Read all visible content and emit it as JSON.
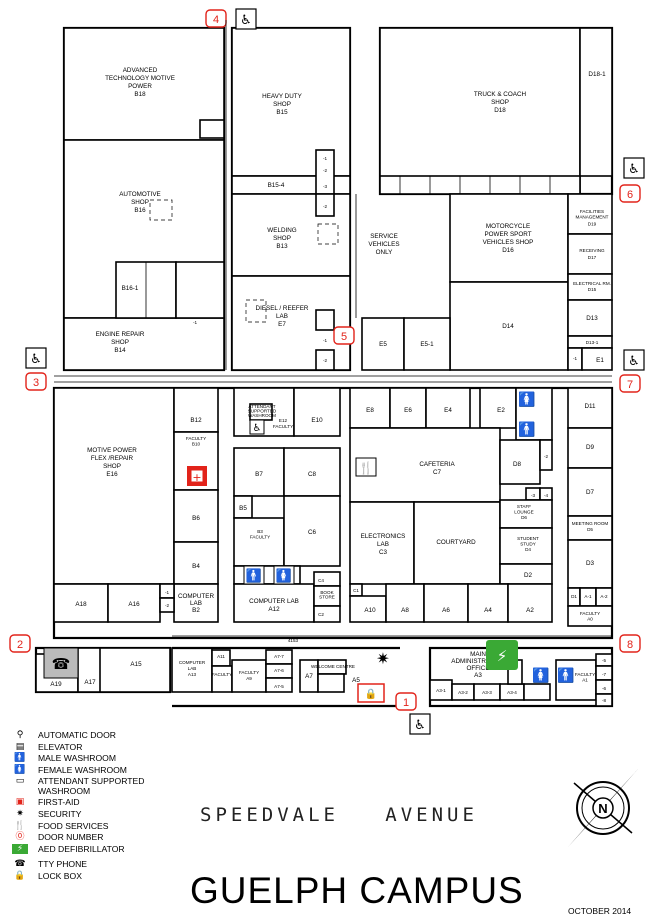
{
  "map": {
    "title": "GUELPH CAMPUS",
    "street": "SPEEDVALE   AVENUE",
    "date": "OCTOBER 2014",
    "compass_letter": "N",
    "rooms": {
      "b18": "ADVANCED\nTECHNOLOGY MOTIVE\nPOWER\nB18",
      "b15": "HEAVY DUTY\nSHOP\nB15",
      "b15_4": "B15-4",
      "b13": "WELDING\nSHOP\nB13",
      "b16": "AUTOMOTIVE\nSHOP\nB16",
      "b16_1": "B16-1",
      "b14": "ENGINE REPAIR\nSHOP\nB14",
      "e7": "DIESEL / REEFER\nLAB\nE7",
      "service": "SERVICE\nVEHICLES\nONLY",
      "d18": "TRUCK & COACH\nSHOP\nD18",
      "d18_1": "D18-1",
      "d16": "MOTORCYCLE\nPOWER SPORT\nVEHICLES SHOP\nD16",
      "d19": "FACILITIES\nMANAGEMENT\nD19",
      "d17": "RECEIVING\nD17",
      "d15": "ELECTRICAL RM.\nD15",
      "d13": "D13",
      "d13_1": "D13-1",
      "d14": "D14",
      "e1": "E1",
      "e5": "E5",
      "e5_1": "E5-1",
      "e16": "MOTIVE POWER\nFLEX /REPAIR\nSHOP\nE16",
      "b12": "B12",
      "b10": "FACULTY\nB10",
      "b6": "B6",
      "b4": "B4",
      "b2": "COMPUTER\nLAB\nB2",
      "e12": "E12\nFACULTY",
      "e10": "E10",
      "b7": "B7",
      "c8": "C8",
      "b5": "B5",
      "b3": "B3\nFACULTY",
      "c6": "C6",
      "a12": "COMPUTER LAB\nA12",
      "c4": "C4",
      "c2": "C2",
      "book": "BOOK\nSTORE",
      "e8": "E8",
      "e6": "E6",
      "e4": "E4",
      "e2": "E2",
      "c7": "CAFETERIA\nC7",
      "c3": "ELECTRONICS\nLAB\nC3",
      "courtyard": "COURTYARD",
      "d8": "D8",
      "d6": "STAFF\nLOUNGE\nD6",
      "d4": "STUDENT\nSTUDY\nD4",
      "d2": "D2",
      "d11": "D11",
      "d9": "D9",
      "d7": "D7",
      "d5": "MEETING ROOM\nD5",
      "d3": "D3",
      "d1": "D1",
      "a1": "A-1",
      "a2s": "A-2",
      "a0": "FACULTY\nA0",
      "a18": "A18",
      "a16": "A16",
      "c1": "C1",
      "a10": "A10",
      "a8": "A8",
      "a6": "A6",
      "a4": "A4",
      "a2": "A2",
      "a19": "A19",
      "a17": "A17",
      "a15": "A15",
      "a13": "COMPUTER\nLAB\nA13",
      "a11": "A11",
      "a9": "FACULTY\nA9",
      "a7": "A7",
      "a5": "A5",
      "welcome": "WELCOME CENTRE",
      "a3": "MAIN\nADMINISTRATION\nOFFICE\nA3",
      "a3_1": "A3-1",
      "a3_2": "A3-2",
      "a3_3": "A3-3",
      "a3_4": "A3-4",
      "a1b": "FACULTY\nA1",
      "n4153": "4153",
      "attendant": "ATTENDANT\nSUPPORTED\nWASHROOM",
      "n1": "-1",
      "n2": "-2",
      "n3": "-3",
      "n4": "-4",
      "n5": "-5",
      "n6": "-6",
      "n7": "-7",
      "n8": "-8",
      "a7_7": "A7-7",
      "a7_6": "A7-6",
      "a7_5": "A7-5",
      "e2s": "E2",
      "faculty": "FACULTY"
    },
    "door_numbers": [
      "1",
      "2",
      "3",
      "4",
      "5",
      "6",
      "7",
      "8"
    ],
    "accessible_icon": "wheelchair-icon"
  },
  "legend": {
    "items": [
      {
        "label": "AUTOMATIC DOOR",
        "icon": "automatic-door-icon"
      },
      {
        "label": "ELEVATOR",
        "icon": "elevator-icon"
      },
      {
        "label": "MALE WASHROOM",
        "icon": "male-washroom-icon"
      },
      {
        "label": "FEMALE WASHROOM",
        "icon": "female-washroom-icon"
      },
      {
        "label": "ATTENDANT SUPPORTED\nWASHROOM",
        "icon": "attendant-washroom-icon"
      },
      {
        "label": "FIRST-AID",
        "icon": "first-aid-icon"
      },
      {
        "label": "SECURITY",
        "icon": "security-icon"
      },
      {
        "label": "FOOD SERVICES",
        "icon": "food-services-icon"
      },
      {
        "label": "DOOR NUMBER",
        "icon": "door-number-icon"
      },
      {
        "label": "AED DEFIBRILLATOR",
        "icon": "aed-icon"
      },
      {
        "label": "TTY PHONE",
        "icon": "tty-phone-icon"
      },
      {
        "label": "LOCK BOX",
        "icon": "lock-box-icon"
      }
    ],
    "colors": {
      "red": "#e2231a",
      "green": "#3aa935"
    }
  }
}
